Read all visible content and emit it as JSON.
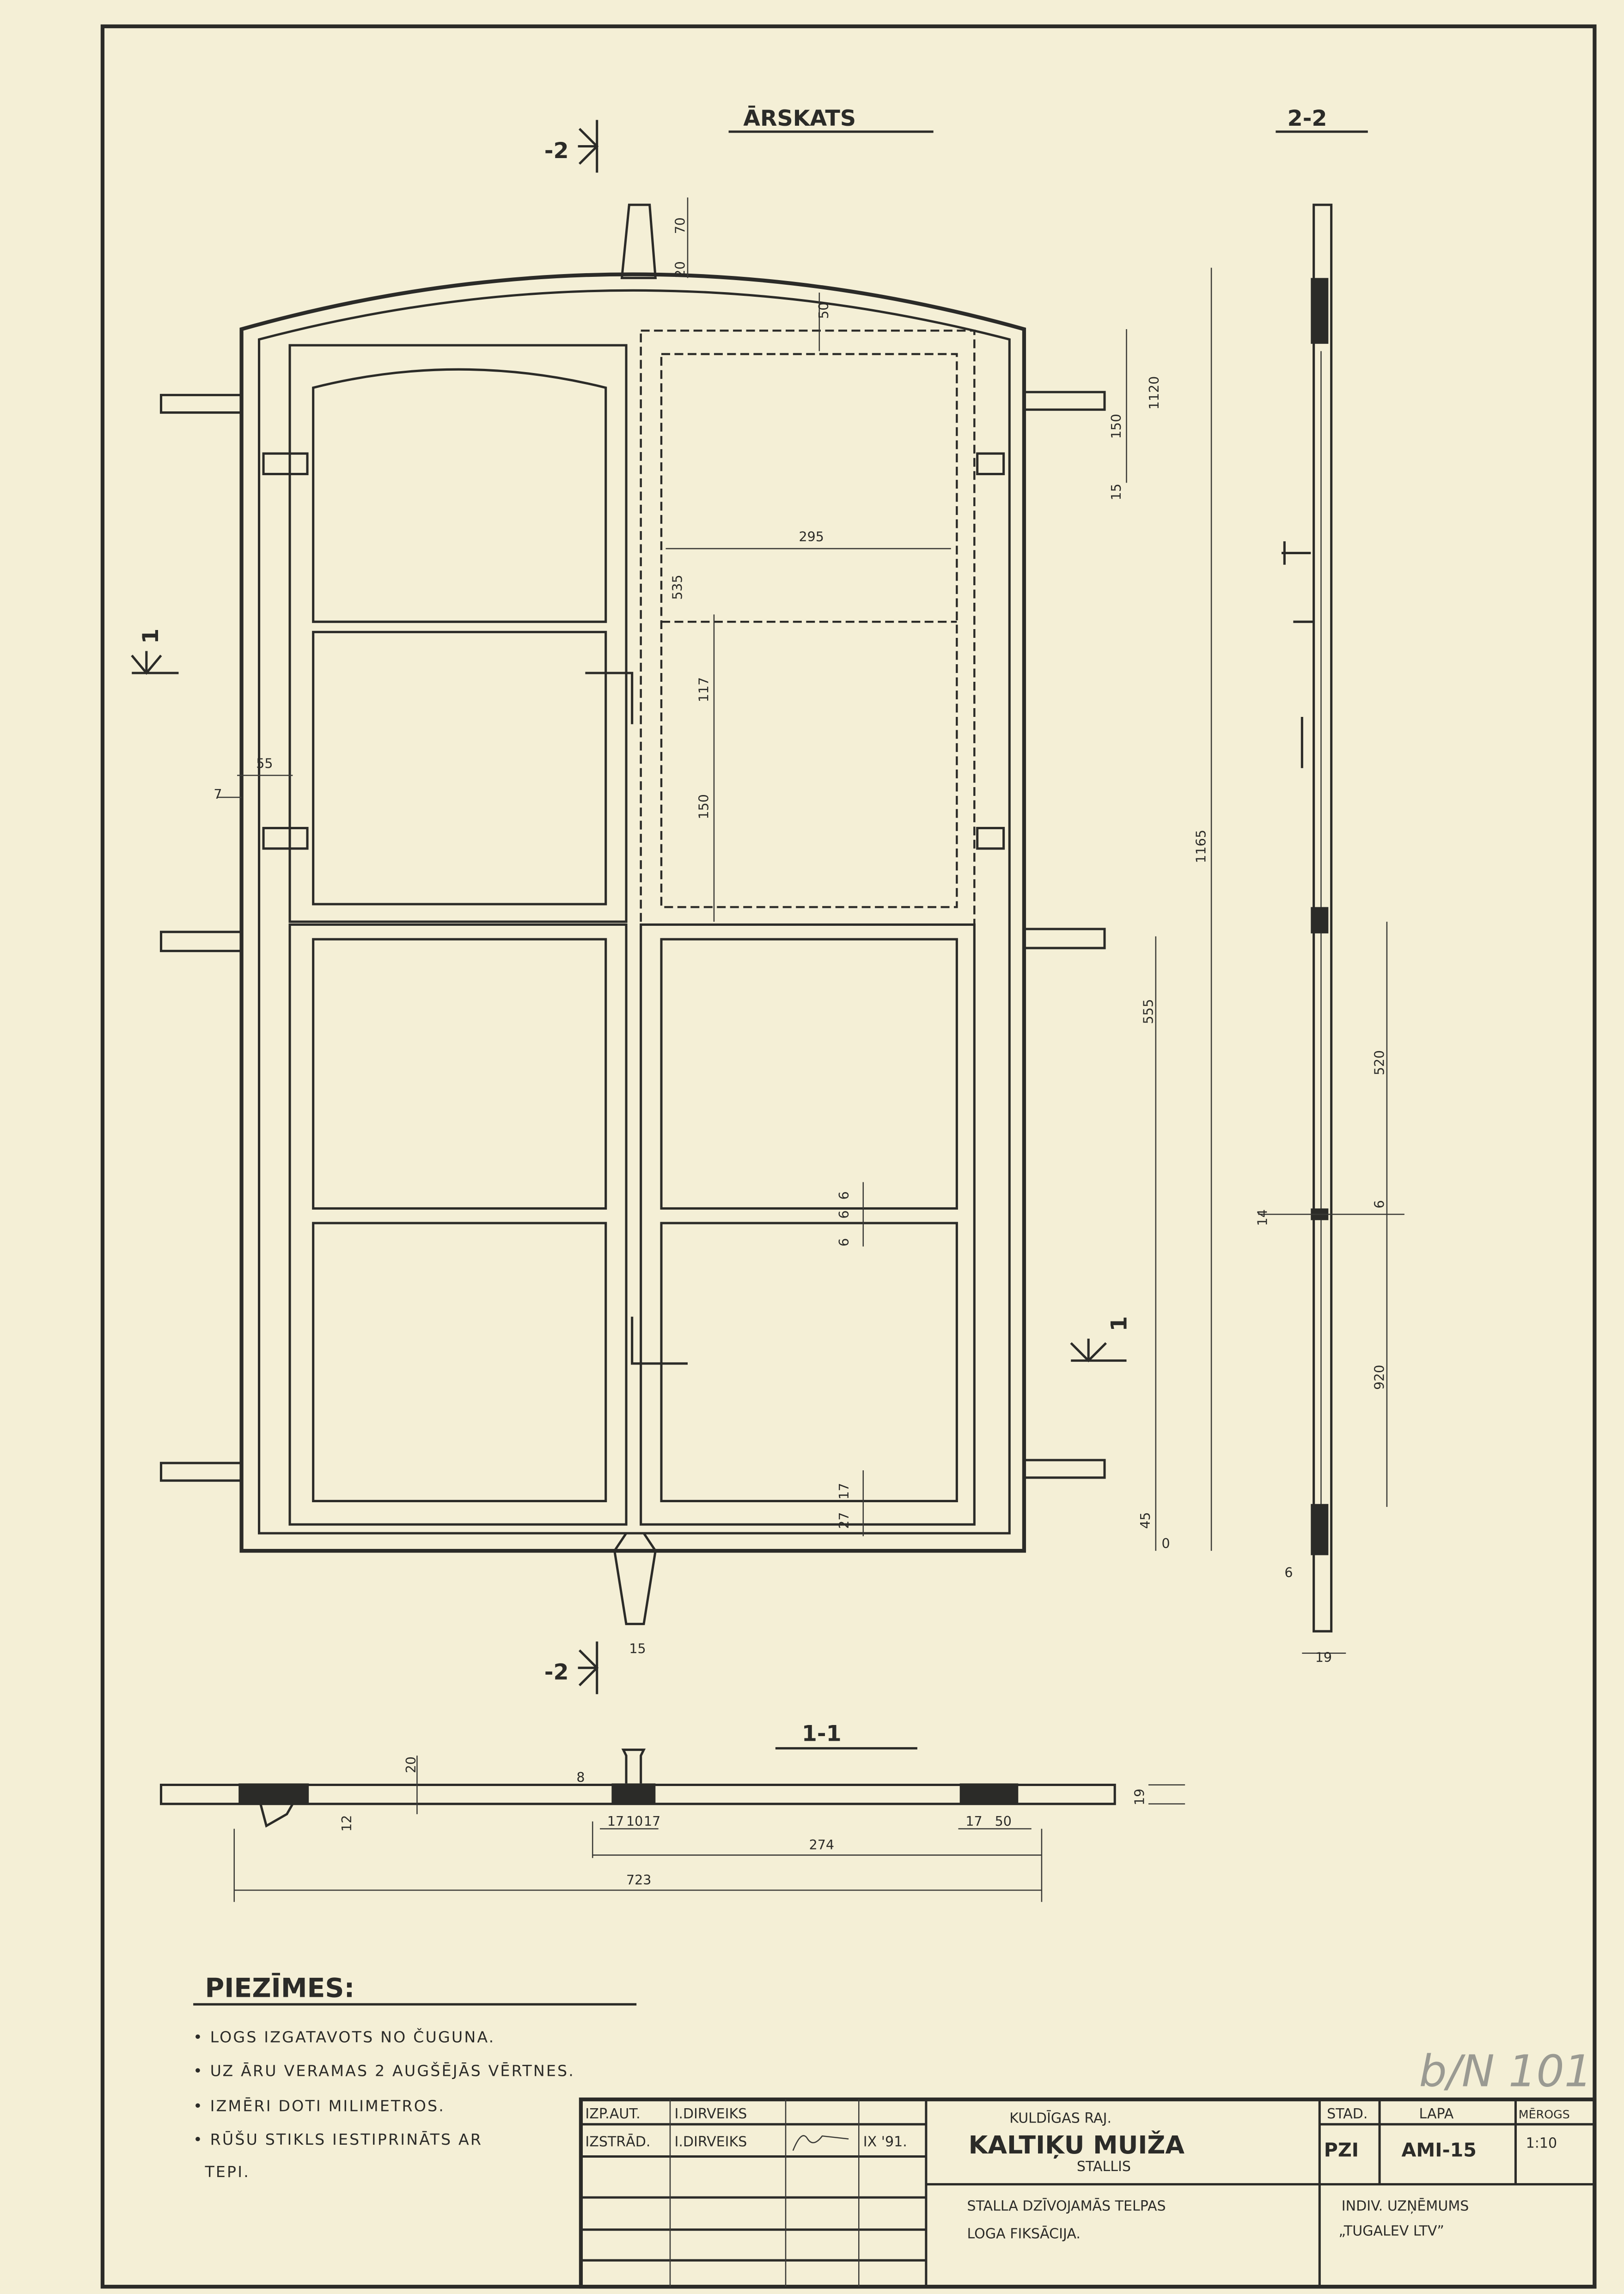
{
  "views": {
    "elevation_title": "ĀRSKATS",
    "section_2_title": "2-2",
    "section_1_title": "1-1",
    "section_mark_2": "-2",
    "section_mark_1": "1"
  },
  "elevation_dims": [
    "70",
    "20",
    "50",
    "1120",
    "150",
    "15",
    "295",
    "535",
    "117",
    "150",
    "55",
    "7",
    "1165",
    "555",
    "6",
    "6",
    "6",
    "27",
    "17",
    "45",
    "0",
    "15"
  ],
  "section_2_dims": [
    "520",
    "6",
    "14",
    "920",
    "6",
    "19"
  ],
  "section_1_dims": [
    "20",
    "12",
    "8",
    "17",
    "10",
    "17",
    "17",
    "50",
    "274",
    "723",
    "19"
  ],
  "notes": {
    "title": "PIEZĪMES:",
    "items": [
      "LOGS IZGATAVOTS NO ČUGUNA.",
      "UZ ĀRU VERAMAS 2 AUGŠĒJĀS VĒRTNES.",
      "IZMĒRI DOTI MILIMETROS.",
      "RŪŠU STIKLS IESTIPRINĀTS AR",
      "TEPI."
    ]
  },
  "title_block": {
    "role_1": "IZP.AUT.",
    "name_1": "I.DIRVEIKS",
    "role_2": "IZSTRĀD.",
    "name_2": "I.DIRVEIKS",
    "date_2": "IX '91.",
    "district": "KULDĪGAS RAJ.",
    "project": "KALTIĶU MUIŽA",
    "building": "STALLIS",
    "drawing_line_1": "STALLA DZĪVOJAMĀS TELPAS",
    "drawing_line_2": "LOGA FIKSĀCIJA.",
    "stage_label": "STAD.",
    "sheet_label": "LAPA",
    "scale_label": "MĒROGS",
    "stage": "PZI",
    "sheet": "AMI-15",
    "scale": "1:10",
    "company_1": "INDIV. UZŅĒMUMS",
    "company_2": "„TUGALEV LTV”"
  },
  "archive_mark": "b/N 101"
}
